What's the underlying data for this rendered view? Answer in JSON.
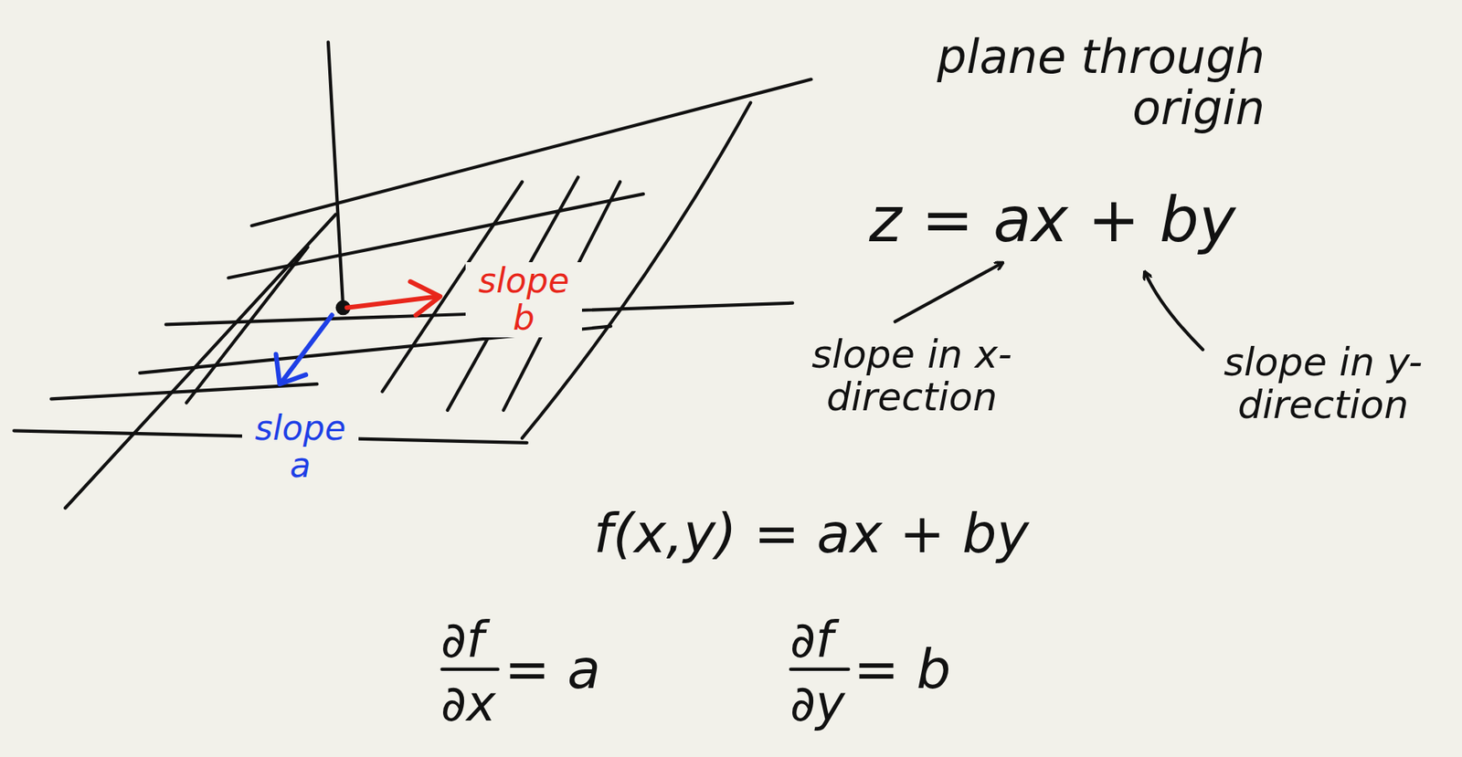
{
  "diagram": {
    "labels": [
      "plane through origin",
      "z = ax + by",
      "slope in x-direction",
      "slope in y-direction",
      "slope b",
      "slope a",
      "f(x,y) = ax + by",
      "∂f",
      "∂x",
      "= a",
      "∂f",
      "∂y",
      "= b"
    ]
  }
}
